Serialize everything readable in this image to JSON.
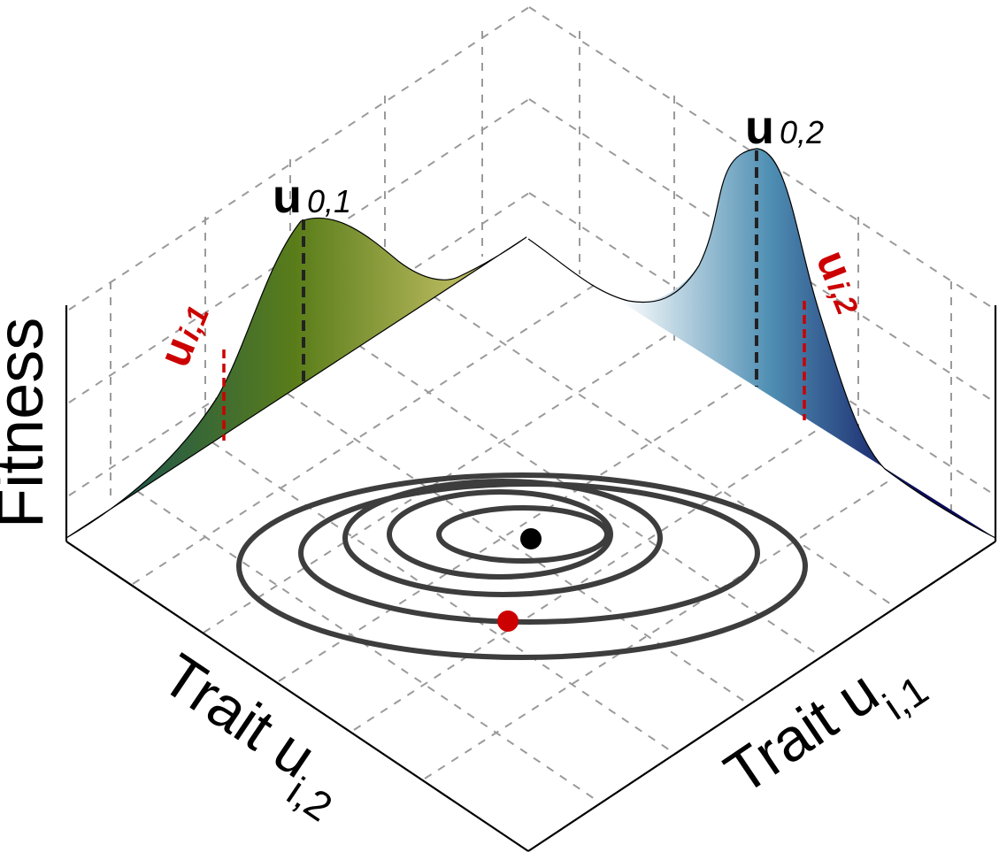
{
  "labels": {
    "fitness_axis": "Fitness",
    "trait_left": {
      "base": "Trait u",
      "sub": "i,2"
    },
    "trait_right": {
      "base": "Trait u",
      "sub": "i,1"
    },
    "peak_left": {
      "base": "u",
      "sub": "0,1"
    },
    "peak_right": {
      "base": "u",
      "sub": "0,2"
    },
    "marker_left": {
      "base": "u",
      "sub": "i,1"
    },
    "marker_right": {
      "base": "u",
      "sub": "i,2"
    }
  },
  "colors": {
    "left_curve_start": "#0b4a5c",
    "left_curve_mid": "#5a7d1a",
    "left_curve_end": "#e0d27a",
    "right_curve_start": "#ffffff",
    "right_curve_mid": "#4f8fb3",
    "right_curve_end": "#0b0b5a",
    "optimum_dot": "#000000",
    "individual_dot": "#cc0000",
    "marker": "#cc0000",
    "contour": "#3d3d3d"
  },
  "contours": {
    "count": 5
  }
}
